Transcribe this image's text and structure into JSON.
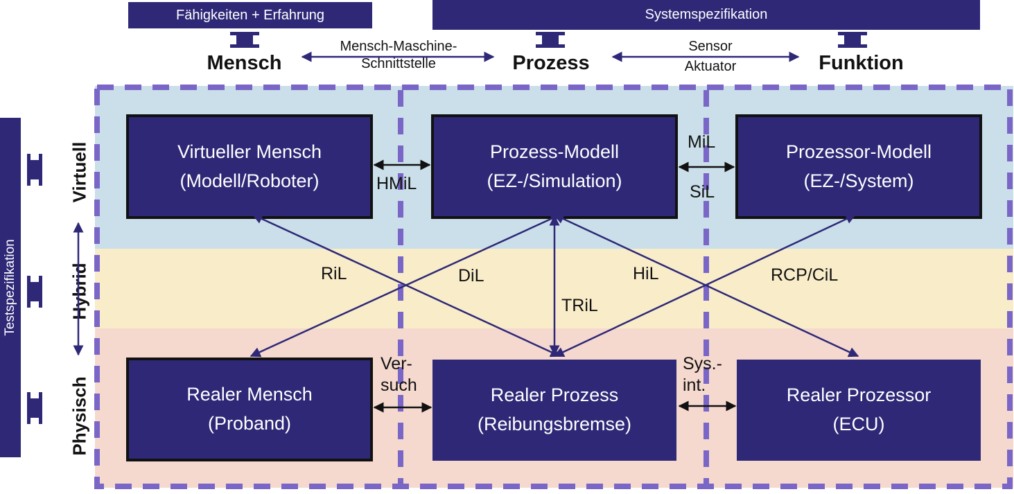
{
  "banners": {
    "left": "Fähigkeiten + Erfahrung",
    "right": "Systemspezifikation",
    "side": "Testspezifikation"
  },
  "headers": {
    "human": "Mensch",
    "process": "Prozess",
    "function": "Funktion"
  },
  "interfaces": {
    "hmi_line1": "Mensch-Maschine-",
    "hmi_line2": "Schnittstelle",
    "sensor": "Sensor",
    "actuator": "Aktuator"
  },
  "layers": {
    "virtual": "Virtuell",
    "hybrid": "Hybrid",
    "physical": "Physisch"
  },
  "boxes": {
    "virtual_human": {
      "line1": "Virtueller Mensch",
      "line2": "(Modell/Roboter)"
    },
    "process_model": {
      "line1": "Prozess-Modell",
      "line2": "(EZ-/Simulation)"
    },
    "processor_model": {
      "line1": "Prozessor-Modell",
      "line2": "(EZ-/System)"
    },
    "real_human": {
      "line1": "Realer Mensch",
      "line2": "(Proband)"
    },
    "real_process": {
      "line1": "Realer Prozess",
      "line2": "(Reibungsbremse)"
    },
    "real_processor": {
      "line1": "Realer Prozessor",
      "line2": "(ECU)"
    }
  },
  "connections": {
    "hmil": "HMiL",
    "mil": "MiL",
    "sil": "SiL",
    "ril": "RiL",
    "dil": "DiL",
    "tril": "TRiL",
    "hil": "HiL",
    "rcp_cil": "RCP/CiL",
    "versuch_1": "Ver-",
    "versuch_2": "such",
    "sysint_1": "Sys.-",
    "sysint_2": "int."
  },
  "colors": {
    "box_fill": "#2e2877",
    "virtual_band": "#cadfe9",
    "hybrid_band": "#f9ecc9",
    "physical_band": "#f5d9cf",
    "dashed_frame": "#7a66c6"
  }
}
